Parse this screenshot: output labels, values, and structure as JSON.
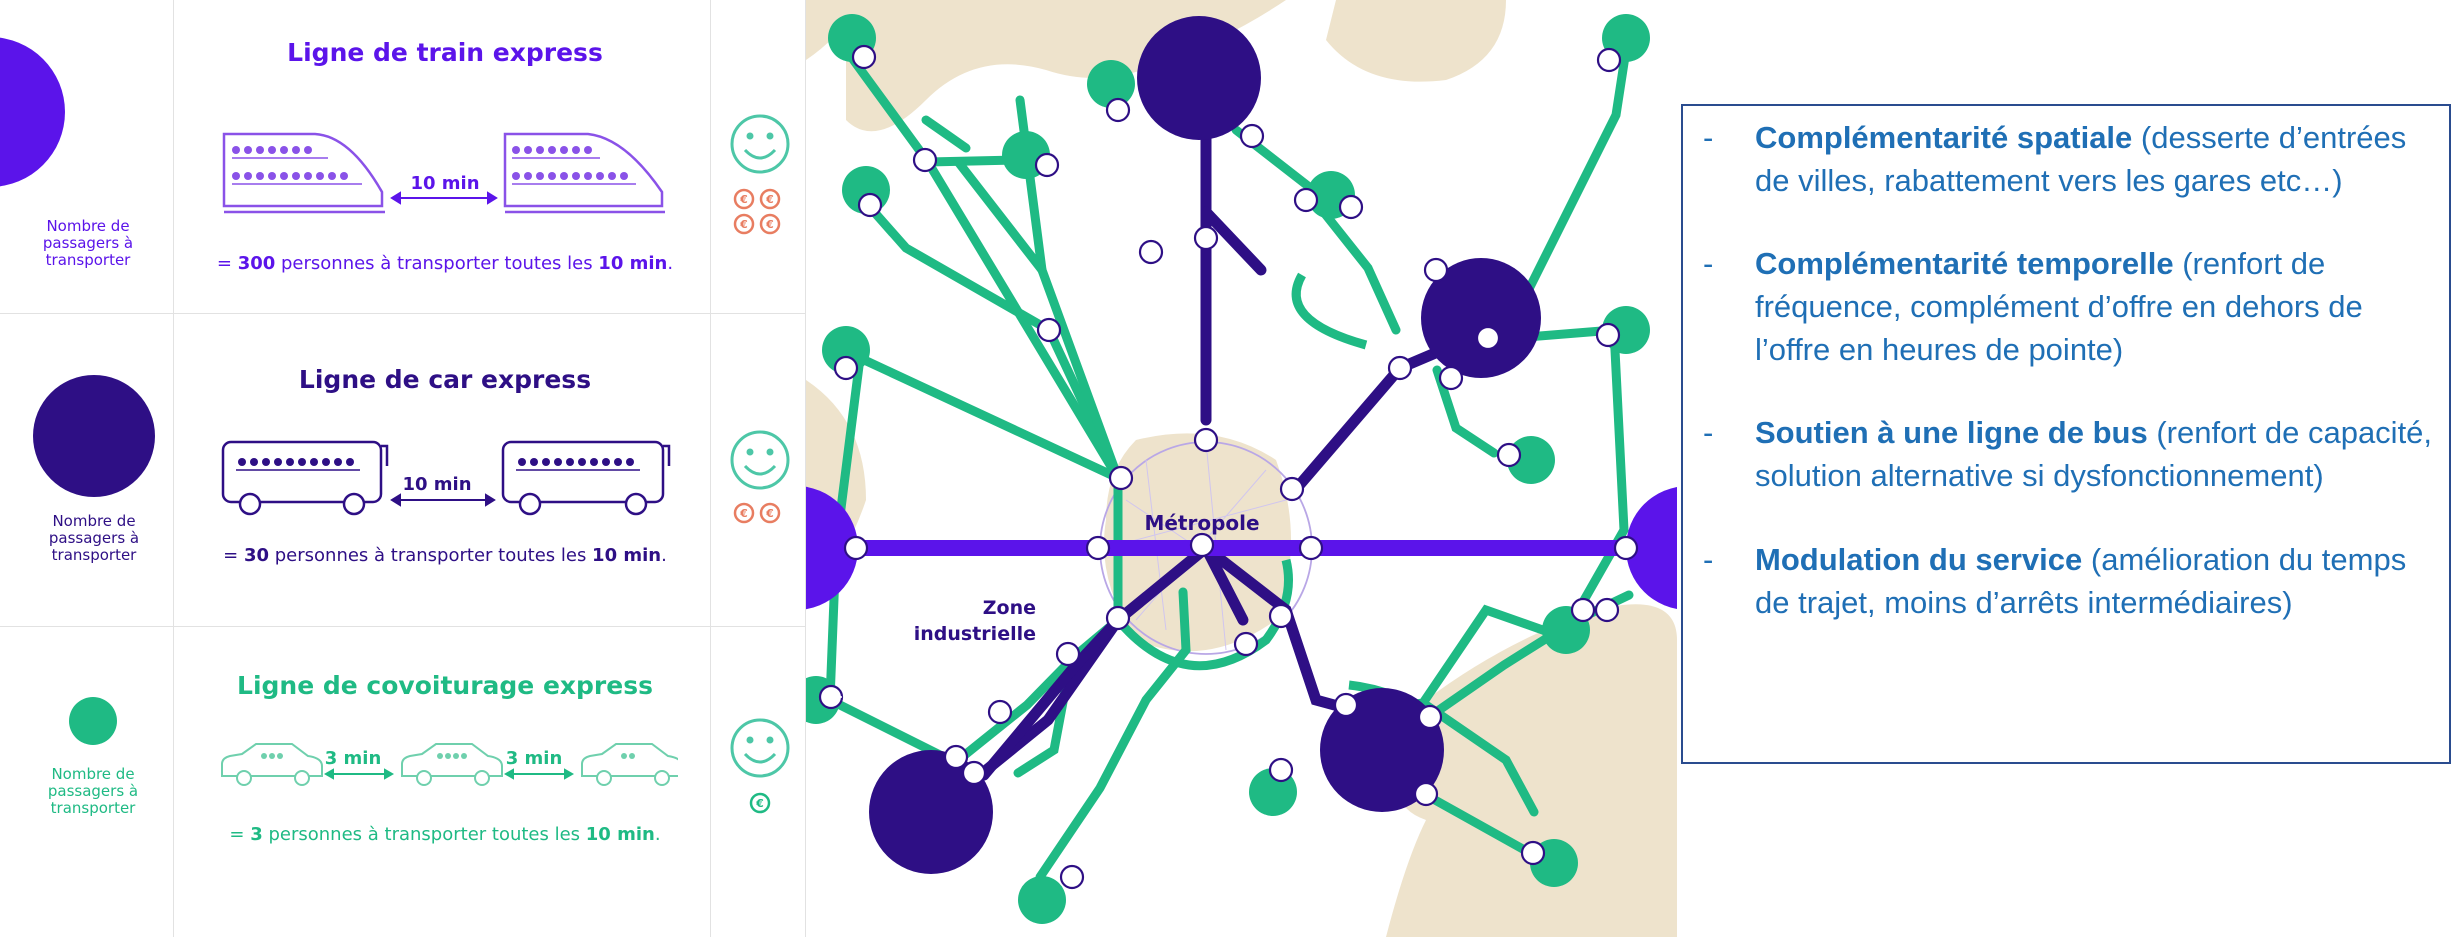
{
  "colors": {
    "train": "#5b14ea",
    "car": "#2e0f85",
    "covoit": "#1fba84",
    "beige": "#eee3cc",
    "smile": "#4dc7a7",
    "euro": "#e87d61",
    "box_text": "#1f6fb5",
    "box_border": "#2a4c8f"
  },
  "rows": [
    {
      "pax_label": "Nombre de passagers à transporter",
      "title": "Ligne de train express",
      "interval": "10 min",
      "desc_prefix": "= ",
      "desc_count": "300",
      "desc_mid": " personnes à transporter toutes les ",
      "desc_interval": "10 min",
      "desc_suffix": ".",
      "euro_count": 4,
      "icon": "train-icon"
    },
    {
      "pax_label": "Nombre de passagers à transporter",
      "title": "Ligne de car express",
      "interval": "10 min",
      "desc_prefix": "= ",
      "desc_count": "30",
      "desc_mid": " personnes à transporter toutes les ",
      "desc_interval": "10 min",
      "desc_suffix": ".",
      "euro_count": 2,
      "icon": "bus-icon"
    },
    {
      "pax_label": "Nombre de passagers à transporter",
      "title": "Ligne de covoiturage express",
      "interval_1": "3 min",
      "interval_2": "3 min",
      "desc_prefix": "= ",
      "desc_count": "3",
      "desc_mid": " personnes à transporter toutes les ",
      "desc_interval": "10 min",
      "desc_suffix": ".",
      "euro_count": 1,
      "icon": "car-icon"
    }
  ],
  "map": {
    "metropole_label": "Métropole",
    "zone_label_1": "Zone",
    "zone_label_2": "industrielle"
  },
  "bullets": [
    {
      "dash": "-",
      "bold": "Complémentarité spatiale",
      "rest": " (desserte d’entrées de villes, rabattement vers les gares etc…)"
    },
    {
      "dash": "-",
      "bold": "Complémentarité temporelle",
      "rest": " (renfort de fréquence, complément d’offre en dehors de l’offre en heures de pointe)"
    },
    {
      "dash": "-",
      "bold": "Soutien à une ligne de bus",
      "rest": " (renfort de capacité, solution alternative si dysfonctionnement)"
    },
    {
      "dash": "-",
      "bold": "Modulation du service",
      "rest": " (amélioration du temps de trajet, moins d’arrêts intermédiaires)"
    }
  ]
}
